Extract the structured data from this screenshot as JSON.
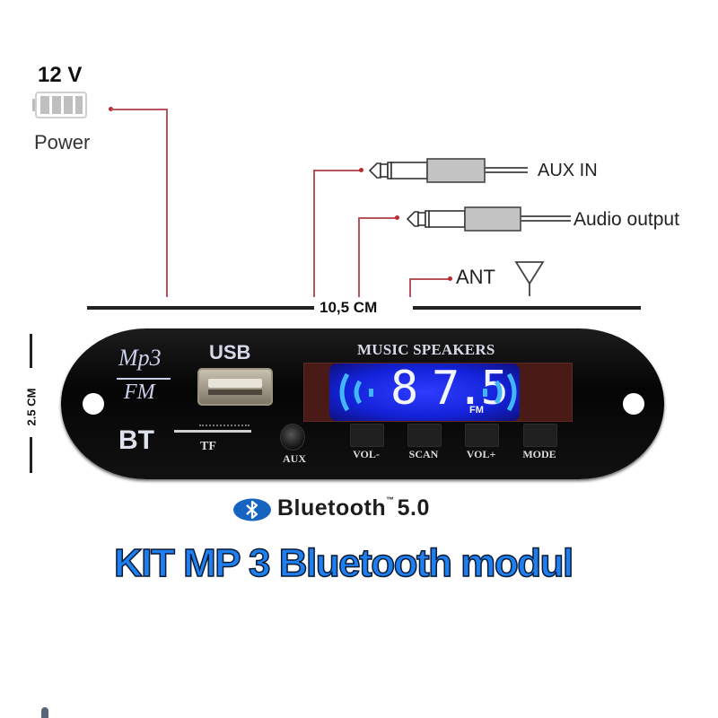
{
  "power": {
    "voltage_label": "12 V",
    "label": "Power",
    "icon": "battery-icon"
  },
  "connectors": [
    {
      "label": "AUX IN",
      "icon": "audio-jack-icon"
    },
    {
      "label": "Audio output",
      "icon": "audio-jack-icon"
    },
    {
      "label": "ANT",
      "icon": "antenna-icon"
    }
  ],
  "dimensions": {
    "width_label": "10,5 CM",
    "height_label": "2.5 CM"
  },
  "board": {
    "logo_top": "Mp3",
    "logo_bottom": "FM",
    "usb_label": "USB",
    "bt_label": "BT",
    "tf_label": "TF",
    "aux_label": "AUX",
    "display_title": "MUSIC SPEAKERS",
    "display_frequency": "87.5",
    "display_digit1": "8",
    "display_digit2": "7.5",
    "display_unit": "FM",
    "buttons": [
      {
        "label": "VOL-"
      },
      {
        "label": "SCAN"
      },
      {
        "label": "VOL+"
      },
      {
        "label": "MODE"
      }
    ]
  },
  "bluetooth": {
    "icon": "bluetooth-icon",
    "label": "Bluetooth",
    "tm": "™",
    "version": "5.0"
  },
  "title": "KIT MP 3 Bluetooth modul",
  "colors": {
    "wire": "#b8545a",
    "title_blue": "#1e7ff0",
    "display_blue": "#1a2cff",
    "bluetooth_blue": "#1565c0"
  }
}
